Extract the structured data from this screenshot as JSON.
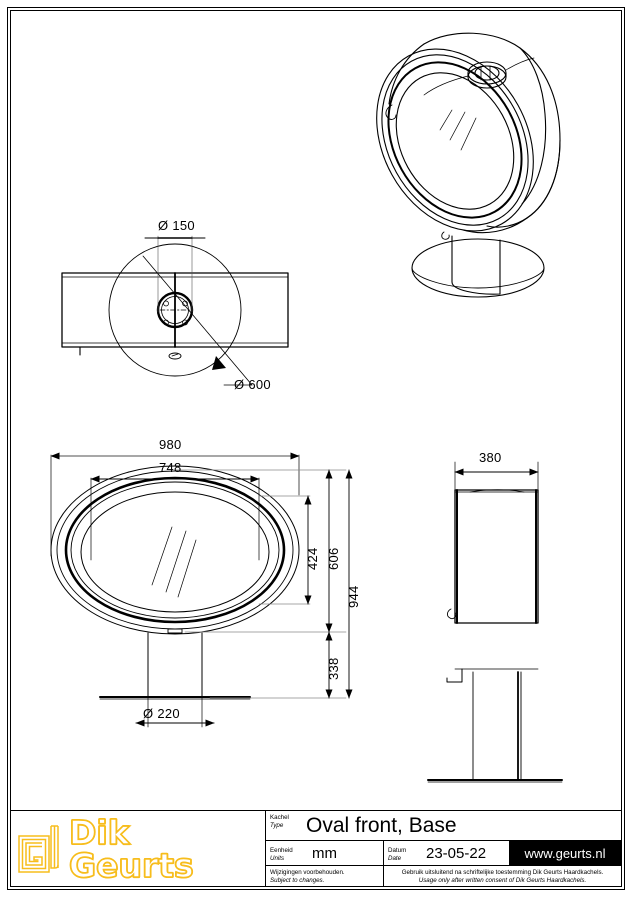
{
  "document": {
    "kind": "technical-drawing",
    "sheet_size": "632x897"
  },
  "views": {
    "iso": {
      "name": "isometric-product-view"
    },
    "top": {
      "name": "top-view"
    },
    "front": {
      "name": "front-view"
    },
    "side": {
      "name": "side-view"
    }
  },
  "dimensions": {
    "flue_diameter": "Ø 150",
    "top_circle_diameter": "Ø 600",
    "front_width_outer": "980",
    "front_width_inner": "748",
    "glass_height": "424",
    "body_height": "606",
    "total_height": "944",
    "pedestal_height": "338",
    "base_diameter": "Ø 220",
    "side_depth": "380"
  },
  "titleblock": {
    "logo_word": "Dik Geurts",
    "logo_color": "#f7bd1c",
    "type_label_nl": "Kachel",
    "type_label_en": "Type",
    "type_value": "Oval front, Base",
    "units_label_nl": "Eenheid",
    "units_label_en": "Units",
    "units_value": "mm",
    "date_label_nl": "Datum",
    "date_label_en": "Date",
    "date_value": "23-05-22",
    "url_value": "www.geurts.nl",
    "url_bg": "#000000",
    "note_left_nl": "Wijzigingen voorbehouden.",
    "note_left_en": "Subject to changes.",
    "note_right_nl": "Gebruik uitsluitend na schriftelijke toestemming Dik Geurts Haardkachels.",
    "note_right_en": "Usage only after written consent of Dik Geurts Haardkachels."
  }
}
